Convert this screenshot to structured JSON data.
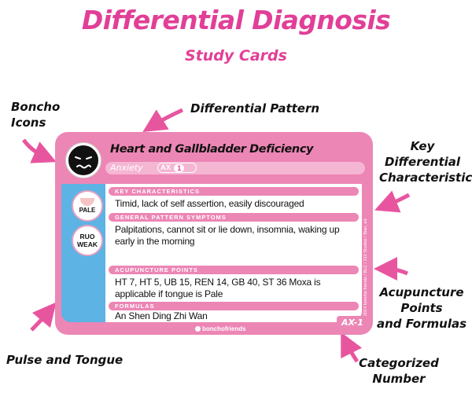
{
  "header": {
    "title": "Differential Diagnosis",
    "subtitle": "Study Cards"
  },
  "callouts": {
    "boncho_icons": [
      "Boncho",
      "Icons"
    ],
    "differential_pattern": [
      "Differential Pattern"
    ],
    "key_characteristics": [
      "Key",
      "Differential",
      "Characteristics"
    ],
    "acupuncture_formulas": [
      "Acupuncture",
      "Points",
      "and Formulas"
    ],
    "pulse_tongue": [
      "Pulse and Tongue"
    ],
    "categorized_number": [
      "Categorized",
      "Number"
    ]
  },
  "card": {
    "pattern_title": "Heart and Gallbladder Deficiency",
    "category": "Anxiety",
    "code_label": "AX",
    "code_num": "1",
    "tongue_label": "PALE",
    "pulse_label_1": "RUO",
    "pulse_label_2": "WEAK",
    "sections": [
      {
        "heading": "KEY CHARACTERISTICS",
        "text": "Timid, lack of self assertion, easily discouraged"
      },
      {
        "heading": "GENERAL PATTERN SYMPTOMS",
        "text": "Palpitations, cannot sit or lie down, insomnia, waking up early in the morning"
      },
      {
        "heading": "ACUPUNCTURE POINTS",
        "text": "HT 7, HT 5, UB 15, REN 14, GB 40, ST 36 Moxa is applicable if tongue is Pale"
      },
      {
        "heading": "FORMULAS",
        "text": "An Shen Ding Zhi Wan"
      }
    ],
    "footer_brand": "bonchofriends",
    "card_number": "AX-1",
    "credit": "©2014 boncho friends / BLC / 212 Studios / Bian, ed"
  },
  "colors": {
    "accent": "#e13f97",
    "card_pink": "#ec86b5",
    "side_blue": "#5cb3e4",
    "arrow": "#e8559f"
  }
}
